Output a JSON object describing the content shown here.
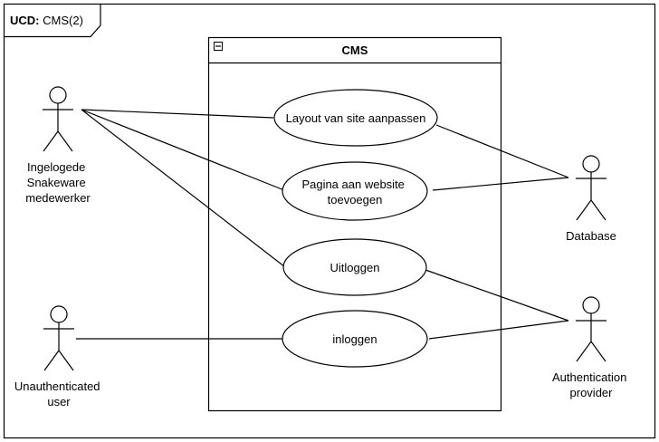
{
  "frame": {
    "keyword": "UCD:",
    "name": "CMS(2)"
  },
  "system": {
    "title": "CMS"
  },
  "actors": {
    "employee": {
      "lines": [
        "Ingelogede",
        "Snakeware",
        "medewerker"
      ]
    },
    "unauth": {
      "lines": [
        "Unauthenticated",
        "user"
      ]
    },
    "database": {
      "lines": [
        "Database"
      ]
    },
    "auth_provider": {
      "lines": [
        "Authentication",
        "provider"
      ]
    }
  },
  "use_cases": {
    "layout": {
      "lines": [
        "Layout van site aanpassen"
      ]
    },
    "pagina": {
      "lines": [
        "Pagina aan website",
        "toevoegen"
      ]
    },
    "uitloggen": {
      "lines": [
        "Uitloggen"
      ]
    },
    "inloggen": {
      "lines": [
        "inloggen"
      ]
    }
  }
}
